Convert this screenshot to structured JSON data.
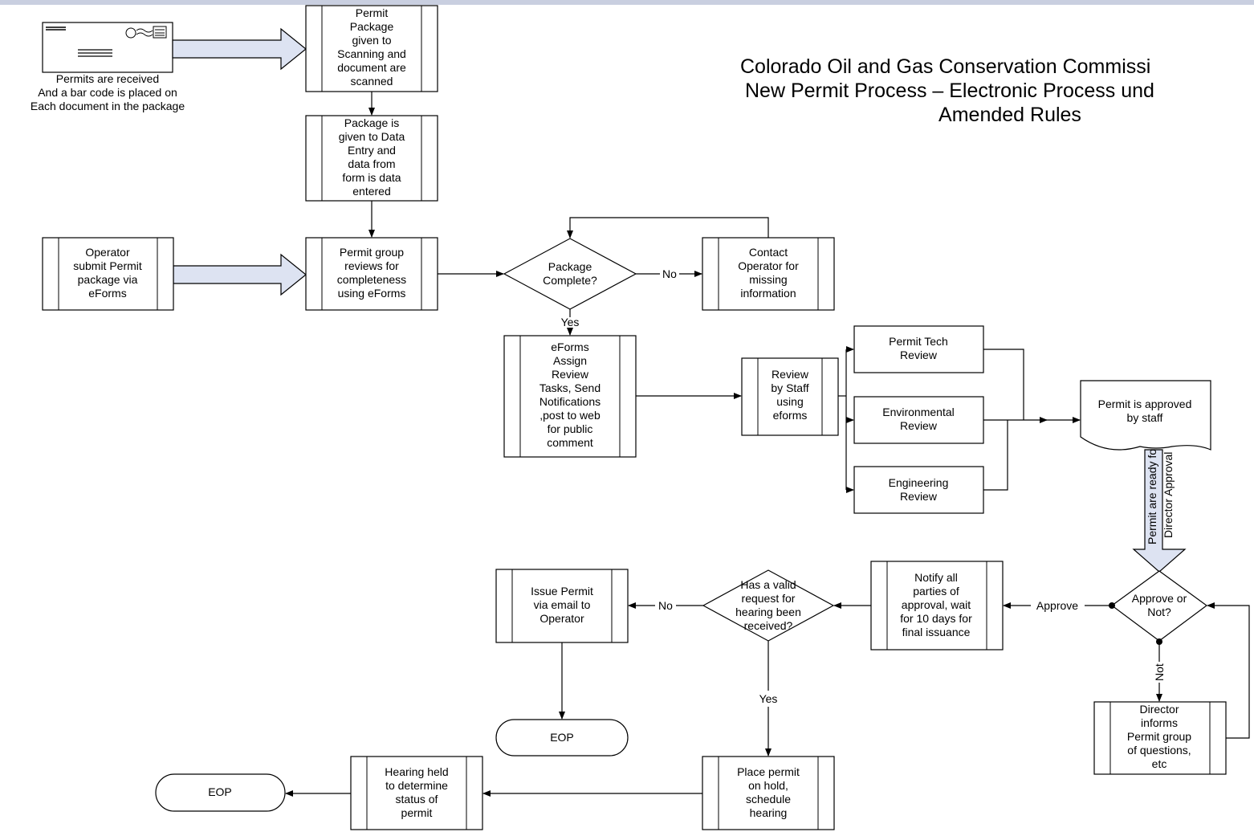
{
  "title": {
    "line1": "Colorado Oil and Gas Conservation Commissi",
    "line2": "New Permit Process – Electronic Process und",
    "line3": "Amended Rules"
  },
  "nodes": {
    "envelope_caption": [
      "Permits are received",
      "And a bar code is placed on",
      "Each document in the package"
    ],
    "scanning": [
      "Permit",
      "Package",
      "given to",
      "Scanning and",
      "document are",
      "scanned"
    ],
    "data_entry": [
      "Package is",
      "given to Data",
      "Entry and",
      "data from",
      "form is data",
      "entered"
    ],
    "operator_submit": [
      "Operator",
      "submit Permit",
      "package via",
      "eForms"
    ],
    "permit_group_review": [
      "Permit group",
      "reviews for",
      "completeness",
      "using eForms"
    ],
    "package_complete": [
      "Package",
      "Complete?"
    ],
    "contact_operator": [
      "Contact",
      "Operator for",
      "missing",
      "information"
    ],
    "eforms_assign": [
      "eForms",
      "Assign",
      "Review",
      "Tasks, Send",
      "Notifications",
      ",post to web",
      "for public",
      "comment"
    ],
    "review_by_staff": [
      "Review",
      "by Staff",
      "using",
      "eforms"
    ],
    "permit_tech_review": [
      "Permit Tech",
      "Review"
    ],
    "environmental_review": [
      "Environmental",
      "Review"
    ],
    "engineering_review": [
      "Engineering",
      "Review"
    ],
    "permit_approved": [
      "Permit is approved",
      "by staff"
    ],
    "ready_for_director": [
      "Permit are ready for",
      "Director Approval"
    ],
    "approve_or_not": [
      "Approve or",
      "Not?"
    ],
    "director_informs": [
      "Director",
      "informs",
      "Permit group",
      "of questions,",
      "etc"
    ],
    "notify_parties": [
      "Notify all",
      "parties of",
      "approval, wait",
      "for 10 days for",
      "final issuance"
    ],
    "hearing_request": [
      "Has a valid",
      "request for",
      "hearing been",
      "received?"
    ],
    "issue_permit": [
      "Issue Permit",
      "via email to",
      "Operator"
    ],
    "eop_1": [
      "EOP"
    ],
    "place_on_hold": [
      "Place permit",
      "on hold,",
      "schedule",
      "hearing"
    ],
    "hearing_held": [
      "Hearing held",
      "to determine",
      "status of",
      "permit"
    ],
    "eop_2": [
      "EOP"
    ]
  },
  "edge_labels": {
    "no": "No",
    "yes": "Yes",
    "approve": "Approve",
    "not": "Not"
  },
  "colors": {
    "block_arrow_fill": "#dde3f2",
    "line": "#000000",
    "top_bar": "#c9cfe0"
  }
}
